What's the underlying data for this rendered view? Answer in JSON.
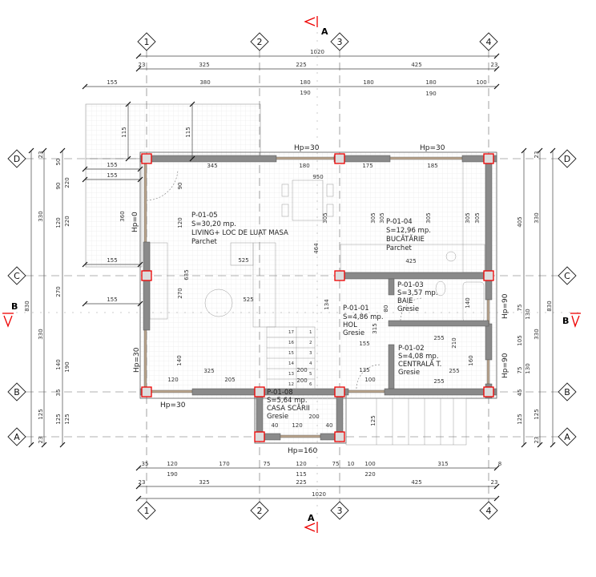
{
  "grid_axes": {
    "columns": [
      "1",
      "2",
      "3",
      "4"
    ],
    "rows": [
      "A",
      "B",
      "C",
      "D"
    ]
  },
  "section_marks": {
    "a": "A",
    "b": "B"
  },
  "colors": {
    "column_outline": "#e00000",
    "wall": "#8a8a8a",
    "section_arrow": "#e00000"
  },
  "dims": {
    "top_total": "1020",
    "top_axes": [
      "23",
      "325",
      "225",
      "425",
      "23"
    ],
    "top_openings": [
      "155",
      "380",
      "180",
      "190",
      "180",
      "180",
      "190",
      "100"
    ],
    "bottom_openings": [
      "35",
      "120",
      "170",
      "75",
      "120",
      "75",
      "10",
      "100",
      "315",
      "190",
      "115",
      "220",
      "8"
    ],
    "bottom_axes": [
      "23",
      "325",
      "225",
      "425",
      "23"
    ],
    "bottom_total": "1020",
    "left_total": "830",
    "left_axes": [
      "23",
      "330",
      "330",
      "125",
      "23"
    ],
    "left_details": [
      "50",
      "90",
      "120",
      "270",
      "140",
      "35",
      "125"
    ],
    "left_details2": [
      "220",
      "220",
      "190",
      "125"
    ],
    "right_total": "830",
    "right_axes": [
      "23",
      "330",
      "330",
      "125",
      "23"
    ],
    "right_details": [
      "405",
      "75",
      "105",
      "75",
      "45",
      "125"
    ],
    "right_details2": [
      "130",
      "130"
    ],
    "terrace": [
      "155",
      "155",
      "155",
      "155",
      "360",
      "115",
      "115"
    ]
  },
  "interior_dims": [
    "345",
    "180",
    "950",
    "175",
    "185",
    "90",
    "120",
    "525",
    "525",
    "635",
    "270",
    "305",
    "464",
    "305",
    "305",
    "305",
    "305",
    "305",
    "425",
    "140",
    "325",
    "120",
    "205",
    "134",
    "315",
    "155",
    "255",
    "200",
    "200",
    "135",
    "100",
    "255",
    "255",
    "210",
    "160",
    "120",
    "40",
    "40",
    "200",
    "125",
    "140",
    "80"
  ],
  "heights": {
    "top1": "Hp=30",
    "top2": "Hp=30",
    "left_top": "Hp=0",
    "left_bottom": "Hp=30",
    "bottom": "Hp=30",
    "stairs": "Hp=160",
    "right1": "Hp=90",
    "right2": "Hp=90"
  },
  "stairs": {
    "left": [
      "17",
      "16",
      "15",
      "14",
      "13",
      "12"
    ],
    "right": [
      "1",
      "2",
      "3",
      "4",
      "5",
      "6"
    ]
  },
  "rooms": [
    {
      "code": "P-01-05",
      "area": "S=30,20 mp.",
      "name": "LIVING+ LOC DE LUAT MASA",
      "floor": "Parchet"
    },
    {
      "code": "P-01-04",
      "area": "S=12,96 mp.",
      "name": "BUCĂTĂRIE",
      "floor": "Parchet"
    },
    {
      "code": "P-01-03",
      "area": "S=3,57 mp.",
      "name": "BAIE",
      "floor": "Gresie"
    },
    {
      "code": "P-01-01",
      "area": "S=4,86 mp.",
      "name": "HOL",
      "floor": "Gresie"
    },
    {
      "code": "P-01-02",
      "area": "S=4,08 mp.",
      "name": "CENTRALĂ T.",
      "floor": "Gresie"
    },
    {
      "code": "P-01-08",
      "area": "S=5,64 mp.",
      "name": "CASA SCĂRII",
      "floor": "Gresie"
    }
  ]
}
